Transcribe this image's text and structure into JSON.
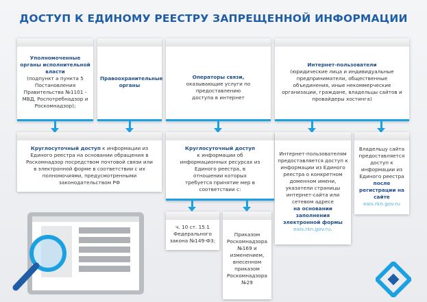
{
  "title": "ДОСТУП К ЕДИНОМУ РЕЕСТРУ ЗАПРЕЩЕННОЙ ИНФОРМАЦИИ",
  "top": {
    "executive": {
      "title": "Уполномоченные органы исполнительной власти",
      "text": "(подпункт а пункта 5 Постановления Правительства №1101 - МВД, Роспотребнадзор и Роскомнадзор);"
    },
    "law": {
      "title": "Правоохранительные органы"
    },
    "operators": {
      "title": "Операторы связи,",
      "text": "оказывающие услуги по предоставлению доступа в интернет"
    },
    "users": {
      "title": "Интернет-пользователи",
      "text": "(юридические лица и индивидуальные предприниматели, общественные объединения, иные некоммерческие организации, граждане, владельцы сайтов и провайдеры хостинга)"
    }
  },
  "middle": {
    "gov_access": {
      "bold": "Круглосуточный доступ",
      "text": " к информации из Единого реестра на основании обращения в Роскомнадзор посредством почтовой связи или в электронной форме в соответствии с их полномочиями, предусмотренными законодательством РФ"
    },
    "op_access": {
      "bold": "Круглосуточный доступ",
      "text": "к информации об информационных ресурсах из Единого реестра, в отношении которых требуется принятие мер в соответствии с:"
    },
    "user_access": {
      "text": "Интернет-пользователям предоставляется доступ к информации из Единого реестра о конкретном доменном имени, указатели страницы интернет-сайта или сетевом адресе",
      "bold": "на основании заполнения электронной формы",
      "link": "eais.rkn.gov.ru."
    },
    "owner_access": {
      "text": "Владельцу сайта предоставляется доступ к информации из Единого реестра",
      "bold": "после регистрации на сайте",
      "link": "eais.rkn.gov.ru"
    }
  },
  "bottom": {
    "law149": "ч. 10 ст. 15.1 Федерального закона №149-ФЗ;",
    "order169": "Приказом Роскомнадзора №169 и изменением, внесенном приказом Роскомнадзора №29"
  },
  "colors": {
    "accent": "#1ba1e2",
    "title": "#1f5da6"
  }
}
